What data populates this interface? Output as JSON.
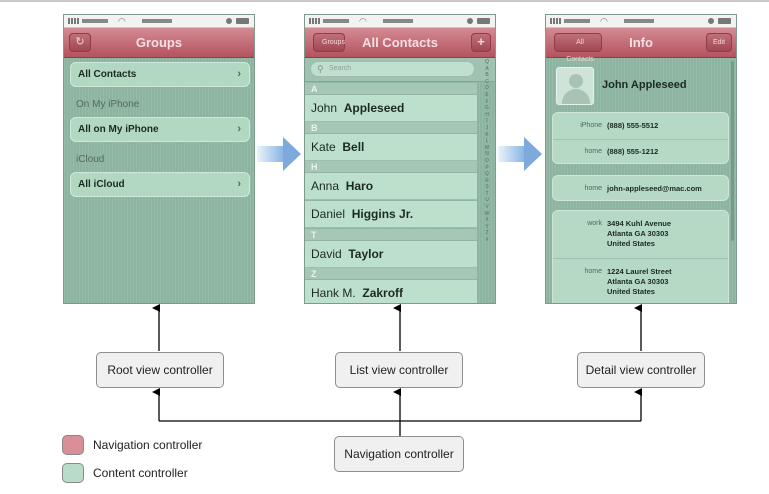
{
  "colors": {
    "navigation": "#d88f98",
    "content": "#b8dcc8",
    "content_dark": "#90b8a4",
    "arrow": "#7ea9dc",
    "line": "#000000"
  },
  "screens": {
    "groups": {
      "title": "Groups",
      "left_icon": "refresh-icon",
      "cells": [
        "All Contacts",
        "All on My iPhone",
        "All iCloud"
      ],
      "headers": [
        "On My iPhone",
        "iCloud"
      ]
    },
    "contacts": {
      "title": "All Contacts",
      "back_label": "Groups",
      "add_label": "+",
      "search_placeholder": "Search",
      "sections": [
        "A",
        "B",
        "H",
        "T",
        "Z"
      ],
      "rows": [
        {
          "first": "John",
          "last": "Appleseed"
        },
        {
          "first": "Kate",
          "last": "Bell"
        },
        {
          "first": "Anna",
          "last": "Haro"
        },
        {
          "first": "Daniel",
          "last": "Higgins Jr."
        },
        {
          "first": "David",
          "last": "Taylor"
        },
        {
          "first": "Hank M.",
          "last": "Zakroff"
        }
      ],
      "index": [
        "Q",
        "A",
        "B",
        "C",
        "D",
        "E",
        "F",
        "G",
        "H",
        "I",
        "J",
        "K",
        "L",
        "M",
        "N",
        "O",
        "P",
        "Q",
        "R",
        "S",
        "T",
        "U",
        "V",
        "W",
        "X",
        "Y",
        "Z",
        "#"
      ]
    },
    "info": {
      "title": "Info",
      "back_label": "All Contacts",
      "edit_label": "Edit",
      "name": "John Appleseed",
      "phones": [
        {
          "label": "iPhone",
          "value": "(888) 555-5512"
        },
        {
          "label": "home",
          "value": "(888) 555-1212"
        }
      ],
      "email": {
        "label": "home",
        "value": "john-appleseed@mac.com"
      },
      "addresses": [
        {
          "label": "work",
          "lines": [
            "3494 Kuhl Avenue",
            "Atlanta GA 30303",
            "United States"
          ]
        },
        {
          "label": "home",
          "lines": [
            "1224 Laurel Street",
            "Atlanta GA 30303",
            "United States"
          ]
        }
      ]
    }
  },
  "controllers": {
    "root": "Root view controller",
    "list": "List view controller",
    "detail": "Detail view controller",
    "navigation": "Navigation controller"
  },
  "legend": {
    "navigation": "Navigation controller",
    "content": "Content controller"
  }
}
